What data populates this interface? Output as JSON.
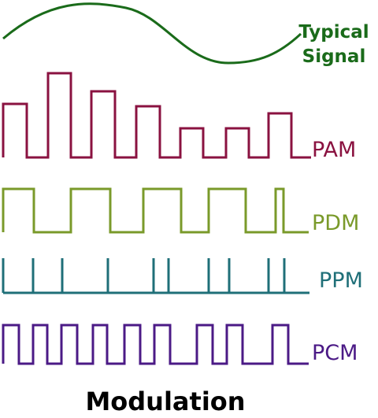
{
  "labels": {
    "typical_line1": "Typical",
    "typical_line2": "Signal",
    "pam": "PAM",
    "pdm": "PDM",
    "ppm": "PPM",
    "pcm": "PCM"
  },
  "caption": "Modulation",
  "colors": {
    "typical": "#1a6b1a",
    "pam": "#8a1240",
    "pdm": "#7a9a2a",
    "ppm": "#1f6f78",
    "pcm": "#4b1a86"
  }
}
